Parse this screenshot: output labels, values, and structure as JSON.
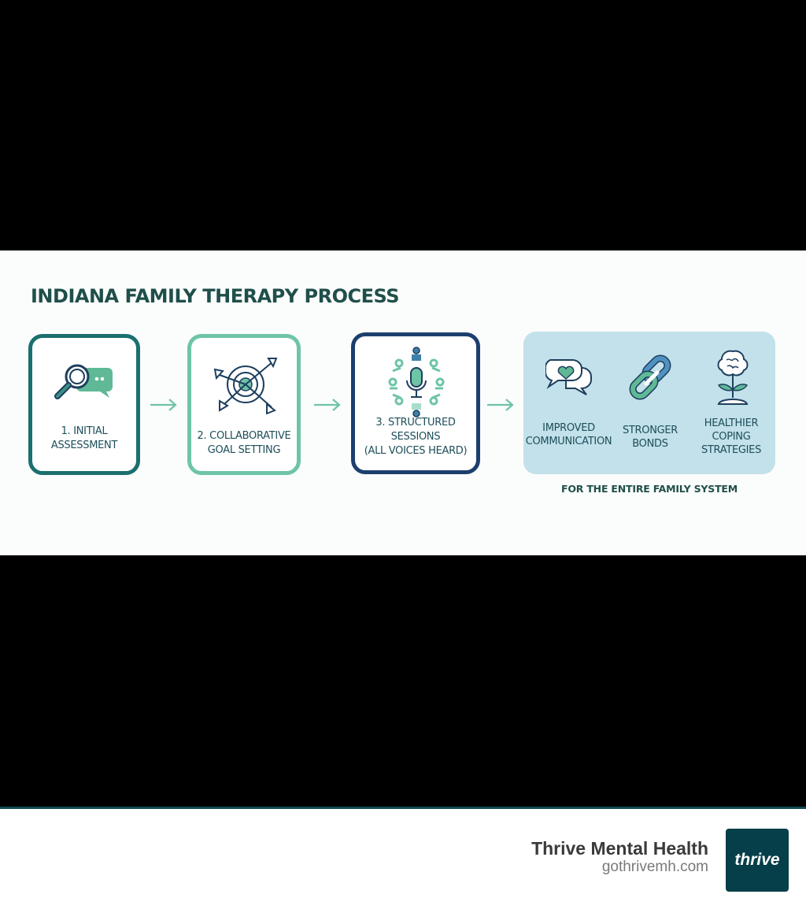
{
  "infographic": {
    "title": "INDIANA FAMILY THERAPY PROCESS",
    "steps": [
      {
        "label_line1": "1. INITIAL",
        "label_line2": "ASSESSMENT",
        "icon": "magnifier-chat-icon",
        "border_color": "#1b6f6f"
      },
      {
        "label_line1": "2. COLLABORATIVE",
        "label_line2": "GOAL SETTING",
        "icon": "target-arrows-icon",
        "border_color": "#6ec4a7"
      },
      {
        "label_line1": "3. STRUCTURED",
        "label_line2": "SESSIONS",
        "label_line3": "(ALL VOICES HEARD)",
        "icon": "microphone-circle-people-icon",
        "border_color": "#1c3f6e"
      }
    ],
    "outcomes": [
      {
        "line1": "IMPROVED",
        "line2": "COMMUNICATION",
        "icon": "heart-speech-bubbles-icon"
      },
      {
        "line1": "STRONGER",
        "line2": "BONDS",
        "icon": "chain-link-icon"
      },
      {
        "line1": "HEALTHIER",
        "line2": "COPING",
        "line3": "STRATEGIES",
        "icon": "brain-sprout-icon"
      }
    ],
    "outcomes_caption": "FOR THE ENTIRE FAMILY SYSTEM",
    "colors": {
      "dark_teal": "#1b6f6f",
      "mint": "#6ec4a7",
      "navy": "#1c3f6e",
      "outcome_bg": "#c2e1ea",
      "title": "#1f4f4a"
    }
  },
  "footer": {
    "brand_name": "Thrive Mental Health",
    "url": "gothrivemh.com",
    "logo_text": "thrive",
    "logo_color": "#063f49"
  }
}
